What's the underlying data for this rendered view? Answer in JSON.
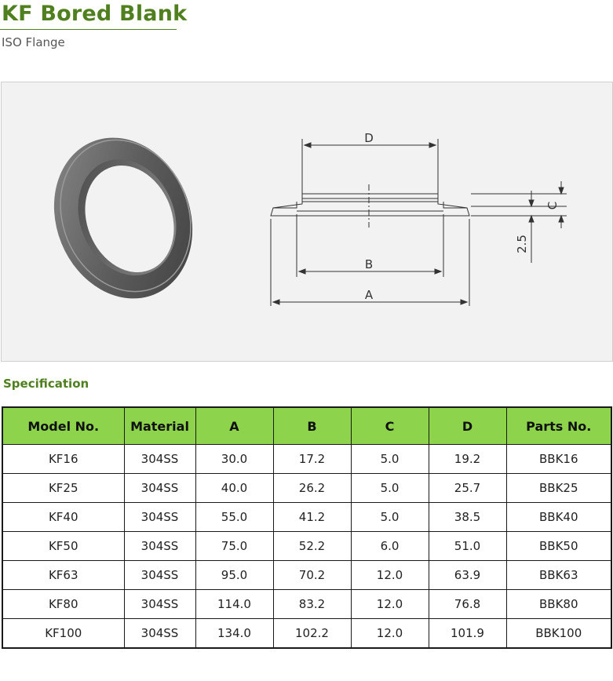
{
  "header": {
    "title": "KF Bored Blank",
    "subtitle": "ISO Flange"
  },
  "drawing": {
    "label_a": "A",
    "label_b": "B",
    "label_c": "C",
    "label_d": "D",
    "label_thickness": "2.5"
  },
  "section_title": "Specification",
  "table": {
    "headers": [
      "Model No.",
      "Material",
      "A",
      "B",
      "C",
      "D",
      "Parts No."
    ],
    "rows": [
      [
        "KF16",
        "304SS",
        "30.0",
        "17.2",
        "5.0",
        "19.2",
        "BBK16"
      ],
      [
        "KF25",
        "304SS",
        "40.0",
        "26.2",
        "5.0",
        "25.7",
        "BBK25"
      ],
      [
        "KF40",
        "304SS",
        "55.0",
        "41.2",
        "5.0",
        "38.5",
        "BBK40"
      ],
      [
        "KF50",
        "304SS",
        "75.0",
        "52.2",
        "6.0",
        "51.0",
        "BBK50"
      ],
      [
        "KF63",
        "304SS",
        "95.0",
        "70.2",
        "12.0",
        "63.9",
        "BBK63"
      ],
      [
        "KF80",
        "304SS",
        "114.0",
        "83.2",
        "12.0",
        "76.8",
        "BBK80"
      ],
      [
        "KF100",
        "304SS",
        "134.0",
        "102.2",
        "12.0",
        "101.9",
        "BBK100"
      ]
    ]
  },
  "colors": {
    "accent": "#4f7f1e",
    "header_fill": "#8dd44c"
  }
}
